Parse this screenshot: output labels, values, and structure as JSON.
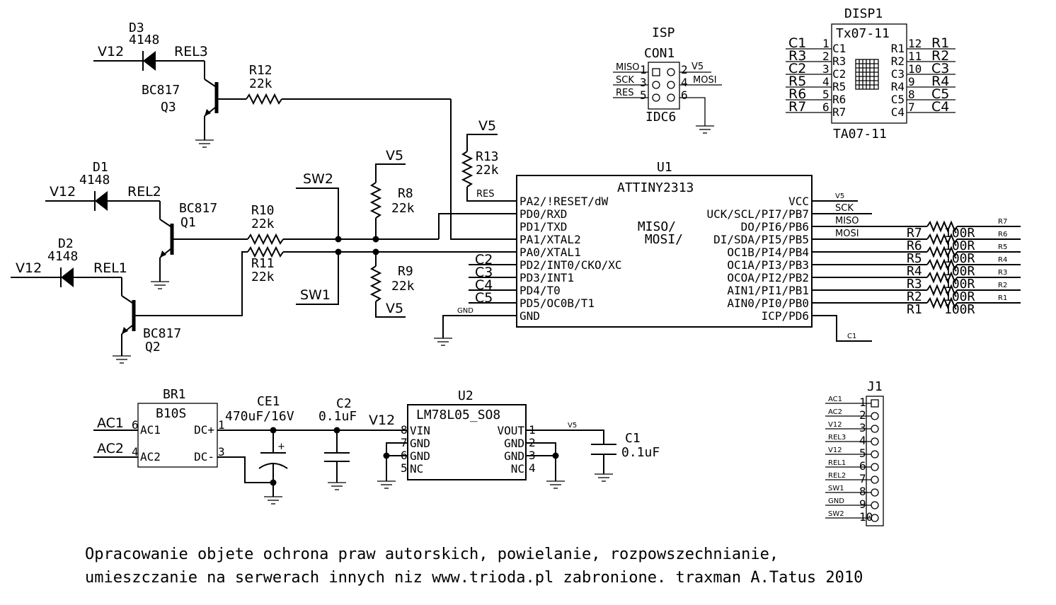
{
  "rel3": {
    "d_ref": "D3",
    "d_val": "4148",
    "v": "V12",
    "net": "REL3",
    "q_type": "BC817",
    "q_ref": "Q3",
    "r_ref": "R12",
    "r_val": "22k"
  },
  "rel2": {
    "d_ref": "D1",
    "d_val": "4148",
    "v": "V12",
    "net": "REL2",
    "q_type": "BC817",
    "q_ref": "Q1",
    "r_ref": "R10",
    "r_val": "22k"
  },
  "rel1": {
    "d_ref": "D2",
    "d_val": "4148",
    "v": "V12",
    "net": "REL1",
    "q_type": "BC817",
    "q_ref": "Q2",
    "r_ref": "R11",
    "r_val": "22k"
  },
  "switches": {
    "sw1": "SW1",
    "sw2": "SW2",
    "r8_ref": "R8",
    "r8_val": "22k",
    "r9_ref": "R9",
    "r9_val": "22k",
    "v5a": "V5",
    "v5b": "V5"
  },
  "reset": {
    "v5": "V5",
    "r_ref": "R13",
    "r_val": "22k",
    "net": "RES"
  },
  "isp": {
    "title": "ISP",
    "ref": "CON1",
    "pkg": "IDC6",
    "left": [
      "MISO",
      "SCK",
      "RES"
    ],
    "left_nums": [
      "1",
      "3",
      "5"
    ],
    "right_nums": [
      "2",
      "4",
      "6"
    ],
    "v5": "V5",
    "mosi": "MOSI"
  },
  "disp": {
    "ref": "DISP1",
    "part": "Tx07-11",
    "pkg": "TA07-11",
    "left_nets": [
      "C1",
      "R3",
      "C2",
      "R5",
      "R6",
      "R7"
    ],
    "left_nums": [
      "1",
      "2",
      "3",
      "4",
      "5",
      "6"
    ],
    "left_pins": [
      "C1",
      "R3",
      "C2",
      "R5",
      "R6",
      "R7"
    ],
    "right_pins": [
      "R1",
      "R2",
      "C3",
      "R4",
      "C5",
      "C4"
    ],
    "right_nums": [
      "12",
      "11",
      "10",
      "9",
      "8",
      "7"
    ],
    "right_nets": [
      "R1",
      "R2",
      "C3",
      "R4",
      "C5",
      "C4"
    ]
  },
  "u1": {
    "ref": "U1",
    "part": "ATTINY2313",
    "left": [
      "PA2/!RESET/dW",
      "PD0/RXD",
      "PD1/TXD",
      "PA1/XTAL2",
      "PA0/XTAL1",
      "PD2/INT0/CKO/XC",
      "PD3/INT1",
      "PD4/T0",
      "PD5/OC0B/T1",
      "GND"
    ],
    "right": [
      "VCC",
      "UCK/SCL/PI7/PB7",
      "DO/PI6/PB6",
      "DI/SDA/PI5/PB5",
      "OC1B/PI4/PB4",
      "OC1A/PI3/PB3",
      "OCOA/PI2/PB2",
      "AIN1/PI1/PB1",
      "AIN0/PI0/PB0",
      "ICP/PD6"
    ],
    "extra": [
      "MISO/",
      "MOSI/"
    ],
    "left_nets": [
      "C2",
      "C3",
      "C4",
      "C5"
    ],
    "gnd": "GND",
    "right_nets": [
      "V5",
      "SCK",
      "MISO",
      "MOSI"
    ],
    "icp_net": "C1"
  },
  "rpack": {
    "refs": [
      "R7",
      "R6",
      "R5",
      "R4",
      "R3",
      "R2",
      "R1"
    ],
    "vals": [
      "100R",
      "100R",
      "100R",
      "100R",
      "100R",
      "100R",
      "100R"
    ],
    "outs": [
      "R7",
      "R6",
      "R5",
      "R4",
      "R3",
      "R2",
      "R1"
    ]
  },
  "power": {
    "br_ref": "BR1",
    "br_part": "B10S",
    "ac1": "AC1",
    "ac2": "AC2",
    "br_pins": [
      "AC1",
      "AC2",
      "DC+",
      "DC-"
    ],
    "br_nums": [
      "6",
      "4",
      "1",
      "3"
    ],
    "ce_ref": "CE1",
    "ce_val": "470uF/16V",
    "c2_ref": "C2",
    "c2_val": "0.1uF",
    "v12": "V12",
    "u2_ref": "U2",
    "u2_part": "LM78L05_SO8",
    "u2_left": [
      "VIN",
      "GND",
      "GND",
      "NC"
    ],
    "u2_left_nums": [
      "8",
      "7",
      "6",
      "5"
    ],
    "u2_right": [
      "VOUT",
      "GND",
      "GND",
      "NC"
    ],
    "u2_right_nums": [
      "1",
      "2",
      "3",
      "4"
    ],
    "v5": "V5",
    "c1_ref": "C1",
    "c1_val": "0.1uF"
  },
  "j1": {
    "ref": "J1",
    "nets": [
      "AC1",
      "AC2",
      "V12",
      "REL3",
      "V12",
      "REL1",
      "REL2",
      "SW1",
      "GND",
      "SW2"
    ],
    "nums": [
      "1",
      "2",
      "3",
      "4",
      "5",
      "6",
      "7",
      "8",
      "9",
      "10"
    ]
  },
  "footer": {
    "line1": "Opracowanie objete ochrona praw autorskich, powielanie, rozpowszechnianie,",
    "line2": "umieszczanie na serwerach innych niz www.trioda.pl zabronione. traxman A.Tatus 2010"
  }
}
